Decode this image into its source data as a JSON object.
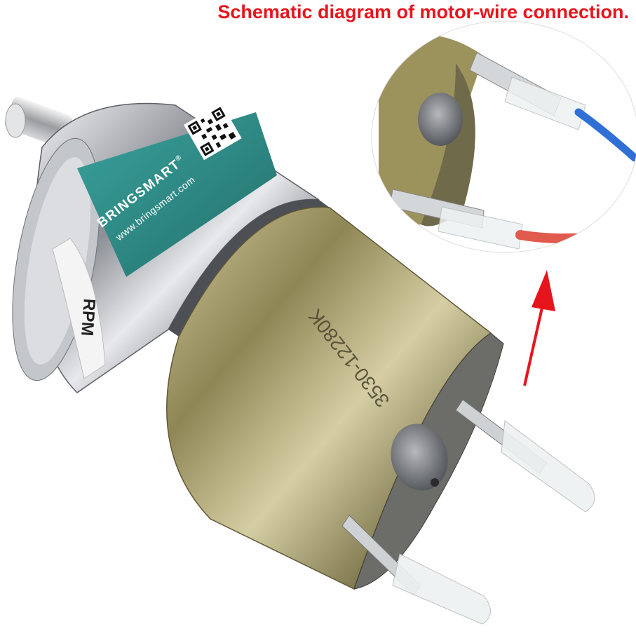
{
  "caption": "Schematic diagram of motor-wire connection.",
  "label": {
    "brand": "BRINGSMART",
    "trademark": "®",
    "website": "www.bringsmart.com"
  },
  "motor_marking": "3530-12280K",
  "side_marking": "RPM",
  "colors": {
    "caption": "#e8141c",
    "label_teal": "#2f8f8a",
    "motor_brass": "#a99f6c",
    "gearbox_steel": "#c9ccd0",
    "wire_blue": "#2f6fd6",
    "wire_red": "#e05a4e",
    "arrow": "#e8141c"
  }
}
